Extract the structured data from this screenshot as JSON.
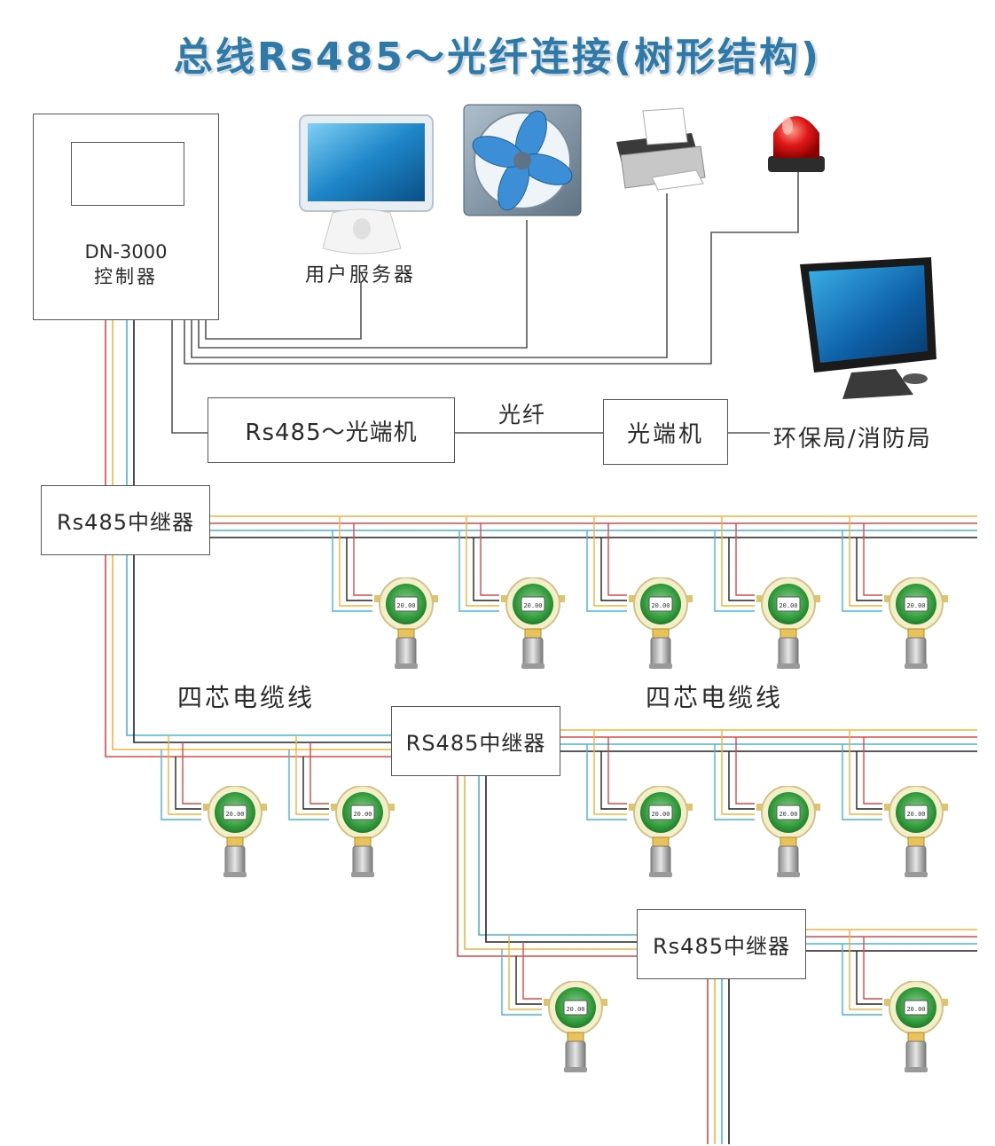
{
  "title": "总线Rs485～光纤连接(树形结构)",
  "controller": {
    "model": "DN-3000",
    "name": "控制器"
  },
  "devices": {
    "server_label": "用户服务器",
    "fan_icon": "exhaust-fan-icon",
    "printer_icon": "printer-icon",
    "alarm_icon": "alarm-beacon-icon",
    "monitor_icon": "monitor-icon"
  },
  "fiber": {
    "converter_left": "Rs485～光端机",
    "link_label": "光纤",
    "converter_right": "光端机",
    "remote_label": "环保局/消防局"
  },
  "repeaters": [
    "Rs485中继器",
    "RS485中继器",
    "Rs485中继器"
  ],
  "cable_labels": [
    "四芯电缆线",
    "四芯电缆线"
  ],
  "detector_display": "20.00",
  "wire_colors": [
    "#d94a4a",
    "#f0b440",
    "#4db2dc",
    "#222222"
  ]
}
